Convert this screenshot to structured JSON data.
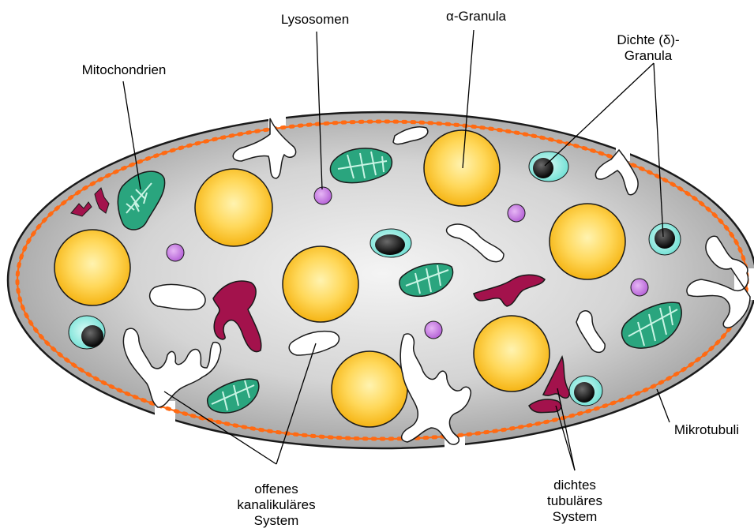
{
  "labels": {
    "mitochondria": "Mitochondrien",
    "lysosomes": "Lysosomen",
    "alpha_granules": "α-Granula",
    "dense_granules_line1": "Dichte (δ)-",
    "dense_granules_line2": "Granula",
    "microtubules": "Mikrotubuli",
    "ocs_line1": "offenes",
    "ocs_line2": "kanalikuläres",
    "ocs_line3": "System",
    "dts_line1": "dichtes",
    "dts_line2": "tubuläres",
    "dts_line3": "System"
  },
  "colors": {
    "cell_center": "#f4f4f4",
    "cell_edge": "#9e9e9e",
    "outline": "#1a1a1a",
    "microtubule": "#ff6a13",
    "alpha_granule_center": "#ffe27a",
    "alpha_granule_edge": "#f5b414",
    "lysosome": "#c879e6",
    "mitochondrion": "#2aa57e",
    "dense_halo": "#7fe6dc",
    "dense_core": "#111111",
    "dense_tubular": "#a3124c",
    "canalicular": "#ffffff"
  },
  "icons": [
    "mitochondrion-icon",
    "lysosome-icon",
    "alpha-granule-icon",
    "dense-granule-icon",
    "canalicular-icon",
    "dense-tubular-icon"
  ]
}
